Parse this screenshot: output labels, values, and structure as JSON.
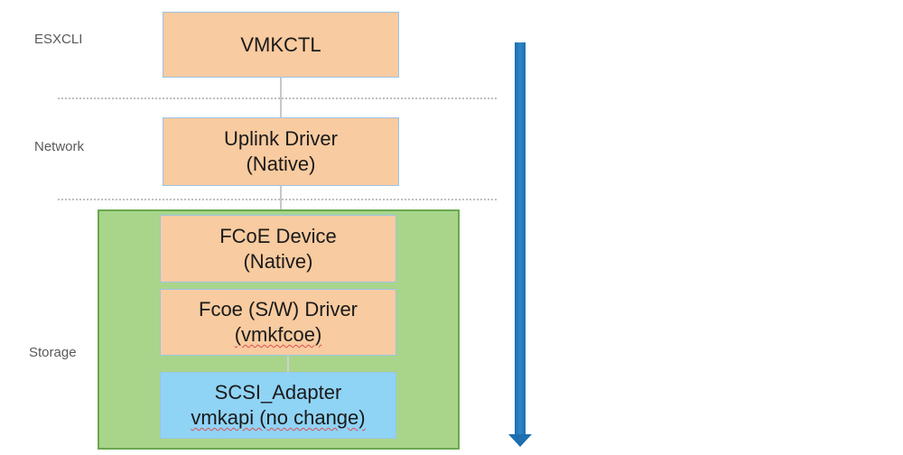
{
  "layers": {
    "esxcli": "ESXCLI",
    "network": "Network",
    "storage": "Storage"
  },
  "boxes": {
    "vmkctl": {
      "line1": "VMKCTL"
    },
    "uplink": {
      "line1": "Uplink Driver",
      "line2": "(Native)"
    },
    "fcoe_device": {
      "line1": "FCoE Device",
      "line2": "(Native)"
    },
    "fcoe_driver": {
      "line1": "Fcoe (S/W) Driver",
      "line2": "(vmkfcoe)"
    },
    "scsi_adapter": {
      "line1": "SCSI_Adapter",
      "line2": "vmkapi (no change)"
    }
  },
  "colors": {
    "box_fill": "#f8cba0",
    "scsi_fill": "#8fd3f5",
    "storage_group": "#a8d58a",
    "arrow": "#1d6fb0"
  },
  "icons": {
    "flow_arrow": "down-arrow-icon"
  }
}
